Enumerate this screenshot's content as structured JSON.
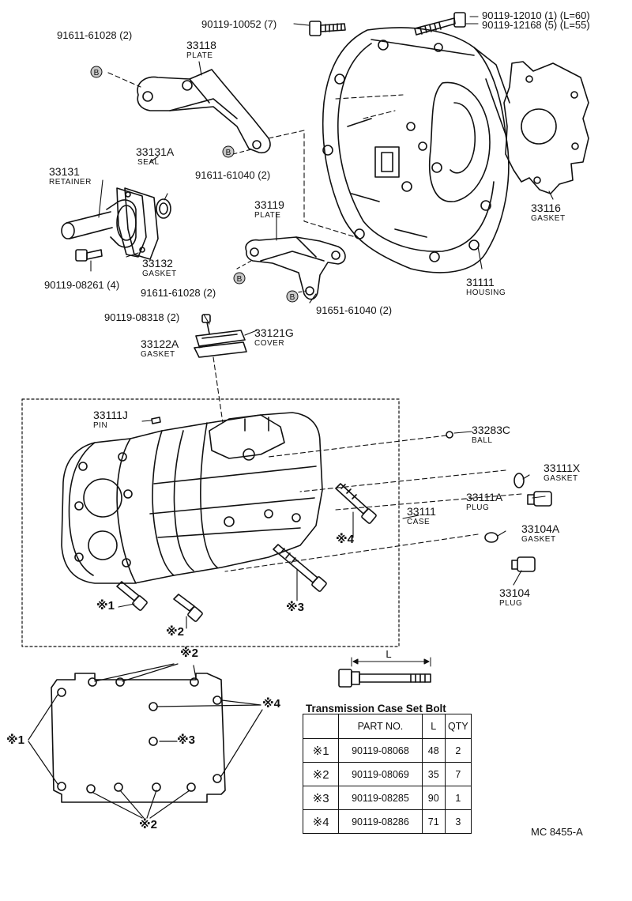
{
  "labels": {
    "p91611_61028_top": "91611-61028 (2)",
    "p90119_10052": "90119-10052 (7)",
    "p90119_12010": "90119-12010 (1) (L=60)",
    "p90119_12168": "90119-12168 (5) (L=55)",
    "p33118": "33118",
    "p33118_sub": "PLATE",
    "p33131a": "33131A",
    "p33131a_sub": "SEAL",
    "p33131": "33131",
    "p33131_sub": "RETAINER",
    "p91611_61040": "91611-61040 (2)",
    "p33116": "33116",
    "p33116_sub": "GASKET",
    "p33119": "33119",
    "p33119_sub": "PLATE",
    "p33132": "33132",
    "p33132_sub": "GASKET",
    "p90119_08261": "90119-08261 (4)",
    "p91611_61028_mid": "91611-61028 (2)",
    "p31111": "31111",
    "p31111_sub": "HOUSING",
    "p91651_61040": "91651-61040 (2)",
    "p90119_08318": "90119-08318 (2)",
    "p33121g": "33121G",
    "p33121g_sub": "COVER",
    "p33122a": "33122A",
    "p33122a_sub": "GASKET",
    "p33111j": "33111J",
    "p33111j_sub": "PIN",
    "p33283c": "33283C",
    "p33283c_sub": "BALL",
    "p33111x": "33111X",
    "p33111x_sub": "GASKET",
    "p33111a": "33111A",
    "p33111a_sub": "PLUG",
    "p33111": "33111",
    "p33111_sub": "CASE",
    "p33104a": "33104A",
    "p33104a_sub": "GASKET",
    "p33104": "33104",
    "p33104_sub": "PLUG",
    "b_symbol": "B",
    "dim_l": "L"
  },
  "marks": {
    "m1": "※1",
    "m2": "※2",
    "m3": "※3",
    "m4": "※4"
  },
  "table": {
    "title": "Transmission Case Set Bolt",
    "headers": [
      "",
      "PART NO.",
      "L",
      "QTY"
    ],
    "rows": [
      {
        "mark": "※1",
        "part": "90119-08068",
        "l": "48",
        "qty": "2"
      },
      {
        "mark": "※2",
        "part": "90119-08069",
        "l": "35",
        "qty": "7"
      },
      {
        "mark": "※3",
        "part": "90119-08285",
        "l": "90",
        "qty": "1"
      },
      {
        "mark": "※4",
        "part": "90119-08286",
        "l": "71",
        "qty": "3"
      }
    ]
  },
  "diagram_code": "MC 8455-A"
}
